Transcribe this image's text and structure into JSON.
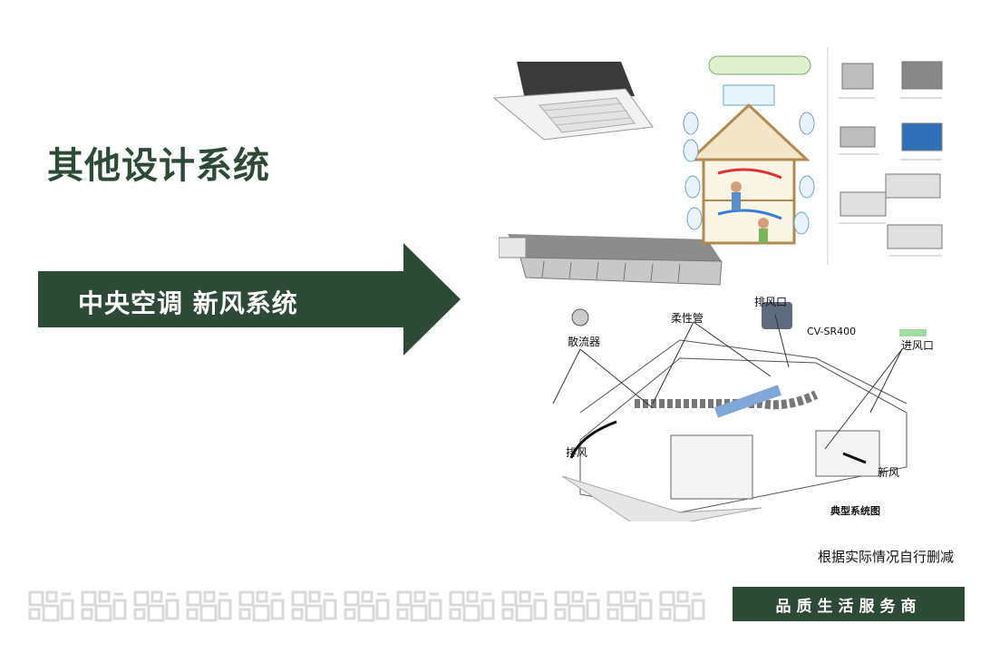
{
  "title": "其他设计系统",
  "arrow_label": "中央空调  新风系统",
  "ventilation_labels": {
    "exhaust_port": "排风口",
    "flexible_duct": "柔性管",
    "model": "CV-SR400",
    "diffuser": "散流器",
    "intake_port": "进风口",
    "exhaust_air": "排风",
    "fresh_air": "新风",
    "caption": "典型系统图"
  },
  "note": "根据实际情况自行删减",
  "slogan": "品质生活服务商",
  "colors": {
    "primary_green": "#2d4a36",
    "pattern_gray": "#d9d9d9"
  }
}
